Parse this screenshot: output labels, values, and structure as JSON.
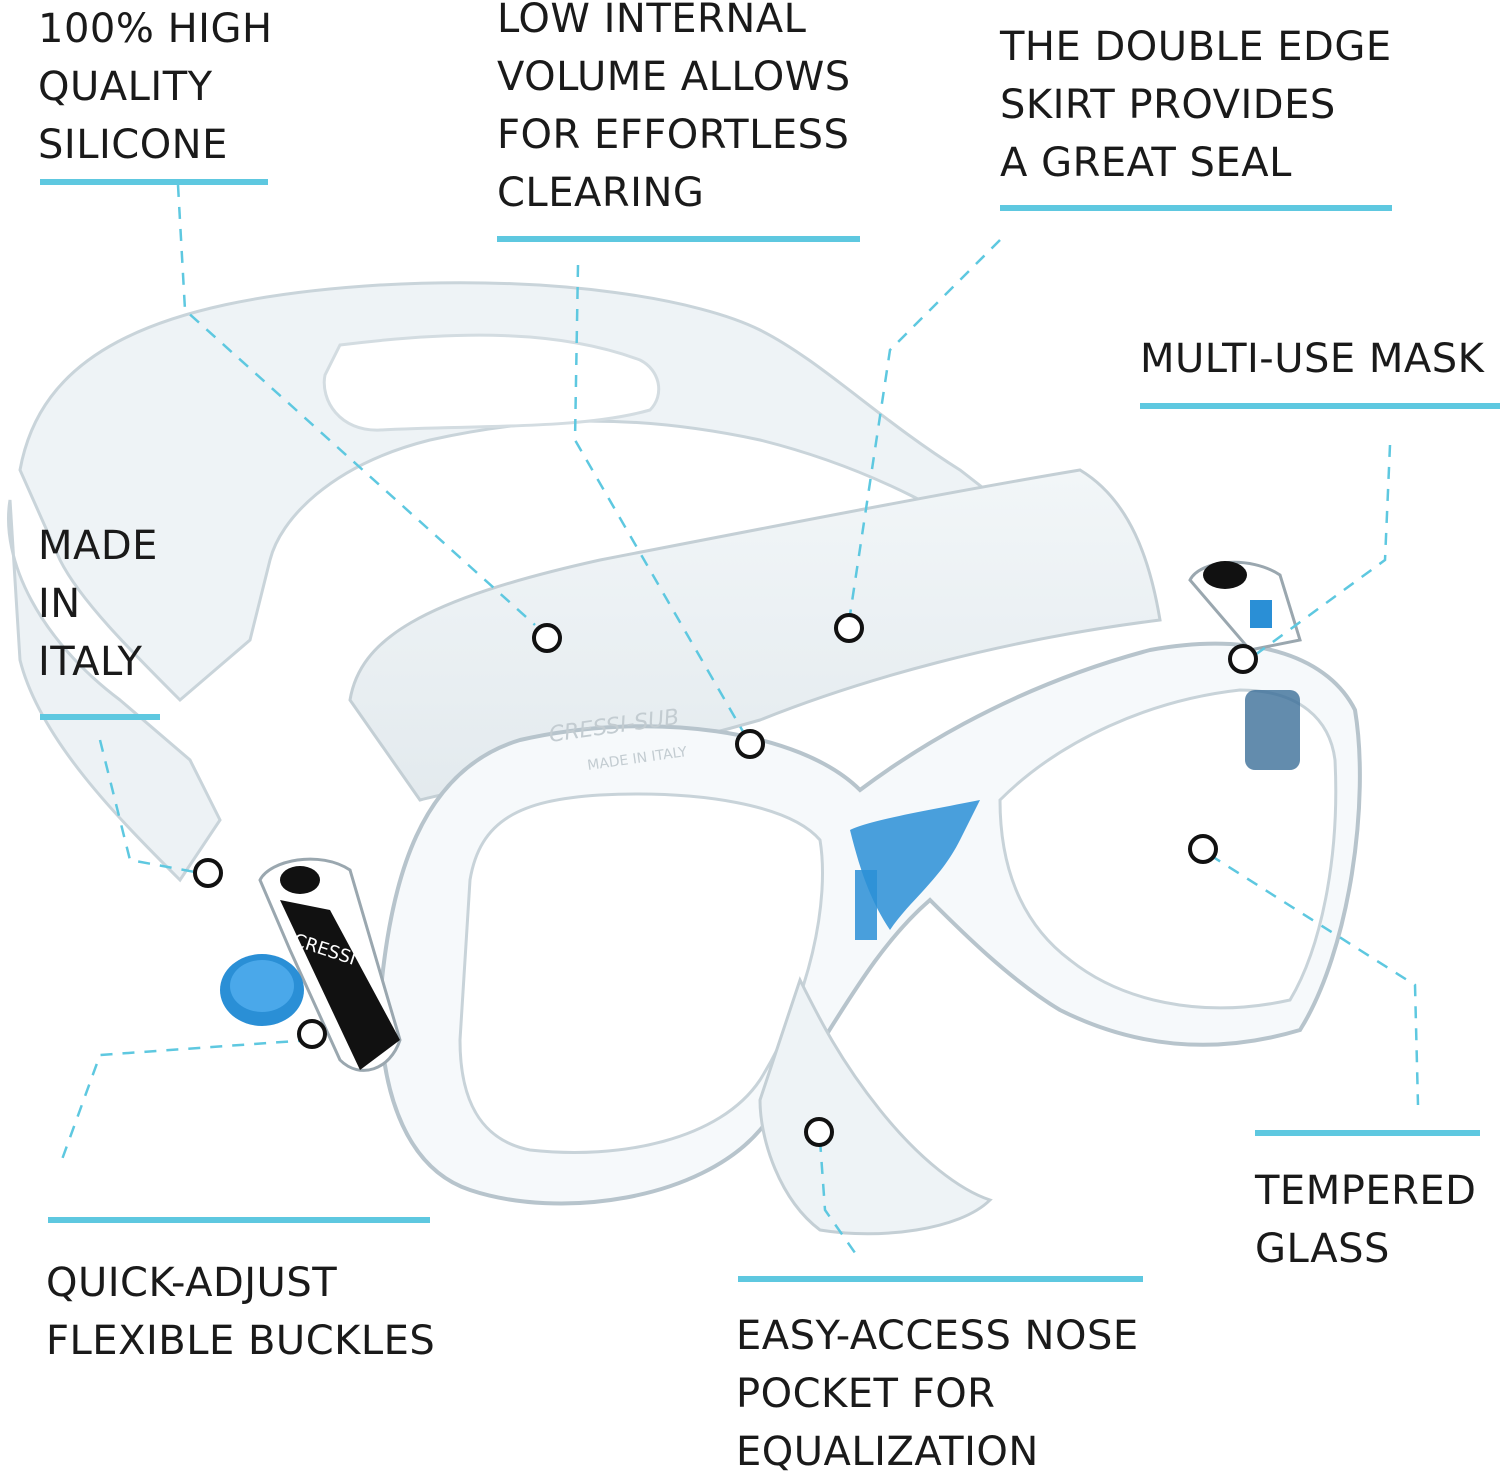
{
  "callouts": [
    {
      "id": "silicone",
      "text": "100% HIGH\nQUALITY\nSILICONE"
    },
    {
      "id": "volume",
      "text": "LOW INTERNAL\nVOLUME ALLOWS\nFOR EFFORTLESS\nCLEARING"
    },
    {
      "id": "skirt",
      "text": "THE DOUBLE EDGE\nSKIRT PROVIDES\nA GREAT SEAL"
    },
    {
      "id": "multi",
      "text": "MULTI-USE MASK"
    },
    {
      "id": "italy",
      "text": "MADE\nIN\nITALY"
    },
    {
      "id": "tempered",
      "text": "TEMPERED\nGLASS"
    },
    {
      "id": "buckles",
      "text": "QUICK-ADJUST\nFLEXIBLE BUCKLES"
    },
    {
      "id": "nose",
      "text": "EASY-ACCESS NOSE\nPOCKET FOR\nEQUALIZATION"
    }
  ],
  "product": {
    "brand_strap": "CRESSI",
    "brand_frame": "CRESSI-SUB",
    "origin_mark": "MADE IN ITALY"
  },
  "colors": {
    "accent": "#5ec8e0",
    "frame_blue": "#2a8fd6",
    "text": "#1a1a1a"
  }
}
